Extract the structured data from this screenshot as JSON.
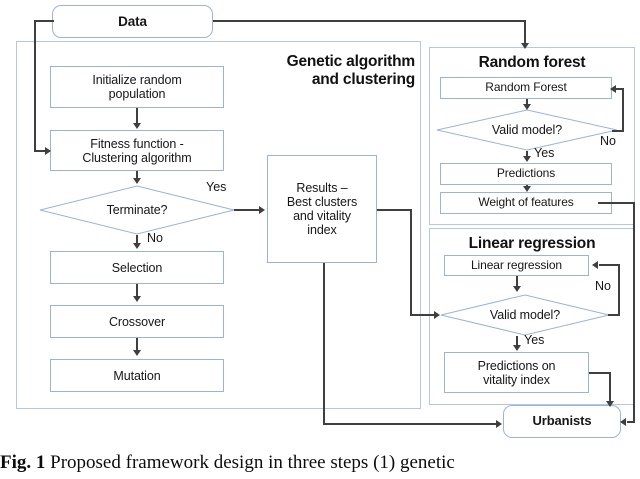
{
  "figure": {
    "caption_prefix": "Fig. 1",
    "caption_text": " Proposed framework design in three steps (1) genetic"
  },
  "nodes": {
    "data": "Data",
    "initialize": "Initialize random population",
    "fitness": "Fitness function - Clustering  algorithm",
    "terminate": "Terminate?",
    "selection": "Selection",
    "crossover": "Crossover",
    "mutation": "Mutation",
    "results": "Results – Best clusters and vitality index",
    "random_forest": "Random Forest",
    "rf_valid": "Valid model?",
    "predictions": "Predictions",
    "weight_of_features": "Weight of features",
    "linear_regression": "Linear regression",
    "lr_valid": "Valid model?",
    "predictions_vitality": "Predictions on vitality index",
    "urbanists": "Urbanists"
  },
  "node_lines": {
    "initialize": [
      "Initialize random",
      "population"
    ],
    "fitness": [
      "Fitness function -",
      "Clustering  algorithm"
    ],
    "results": [
      "Results –",
      "Best clusters",
      "and vitality",
      "index"
    ],
    "predictions_vitality": [
      "Predictions on",
      "vitality index"
    ]
  },
  "groups": {
    "genetic": "Genetic algorithm and clustering",
    "genetic_lines": [
      "Genetic algorithm",
      "and clustering"
    ],
    "random_forest": "Random forest",
    "linear_regression": "Linear regression"
  },
  "edge_labels": {
    "terminate_yes": "Yes",
    "terminate_no": "No",
    "rf_no": "No",
    "rf_yes": "Yes",
    "lr_no": "No",
    "lr_yes": "Yes"
  },
  "colors": {
    "box_border": "#9db3d4",
    "group_border": "#b7c7e2",
    "connector": "#3f3f3f",
    "text": "#161616",
    "background": "#ffffff"
  }
}
